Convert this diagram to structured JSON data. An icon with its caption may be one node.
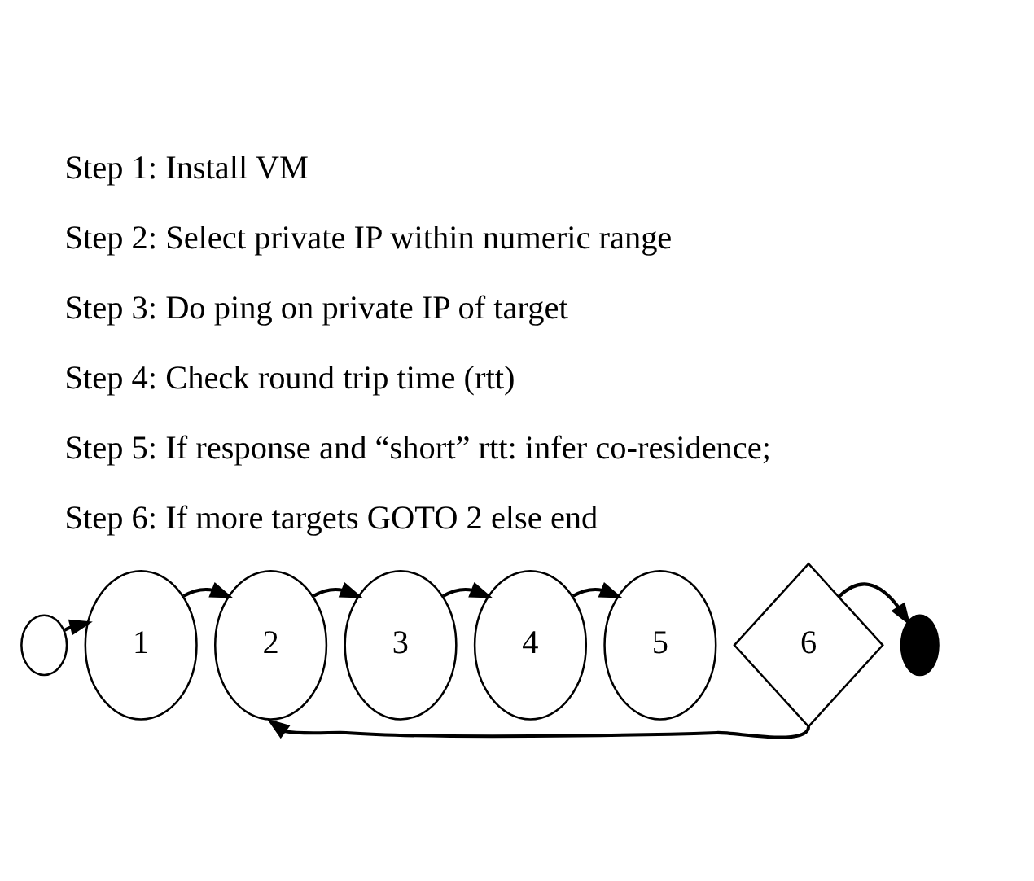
{
  "diagram": {
    "nodes": [
      {
        "text": [],
        "shape": "circle"
      },
      {
        "text": [
          "1"
        ]
      },
      {
        "text": [
          "2"
        ]
      },
      {
        "text": [
          "3"
        ]
      },
      {
        "text": [
          "4"
        ]
      },
      {
        "text": [
          "5"
        ]
      },
      {
        "text": [
          "6"
        ]
      },
      {
        "text": [],
        "shape": "circle"
      }
    ],
    "edges": [
      {
        "from": 0,
        "to": 1,
        "arrow": "to"
      },
      {
        "from": 1,
        "to": 2,
        "arrow": "to"
      },
      {
        "from": 2,
        "to": 3,
        "arrow": "to"
      },
      {
        "from": 3,
        "to": 4,
        "arrow": "to"
      },
      {
        "from": 4,
        "to": 5,
        "arrow": "to"
      },
      {
        "from": 6,
        "to": 7,
        "arrow": "to"
      },
      {
        "from": 6,
        "to": 2,
        "arrow": "to"
      }
    ],
    "labels": [
      "Step 1: Install VM",
      "Step 2: Select private IP within numeric range",
      "Step 3: Do ping on private IP of target",
      "Step 4: Check round trip time (rtt)",
      "Step 5: If response and “short” rtt: infer co-residence;",
      "Step 6: If more targets GOTO 2 else end"
    ]
  }
}
